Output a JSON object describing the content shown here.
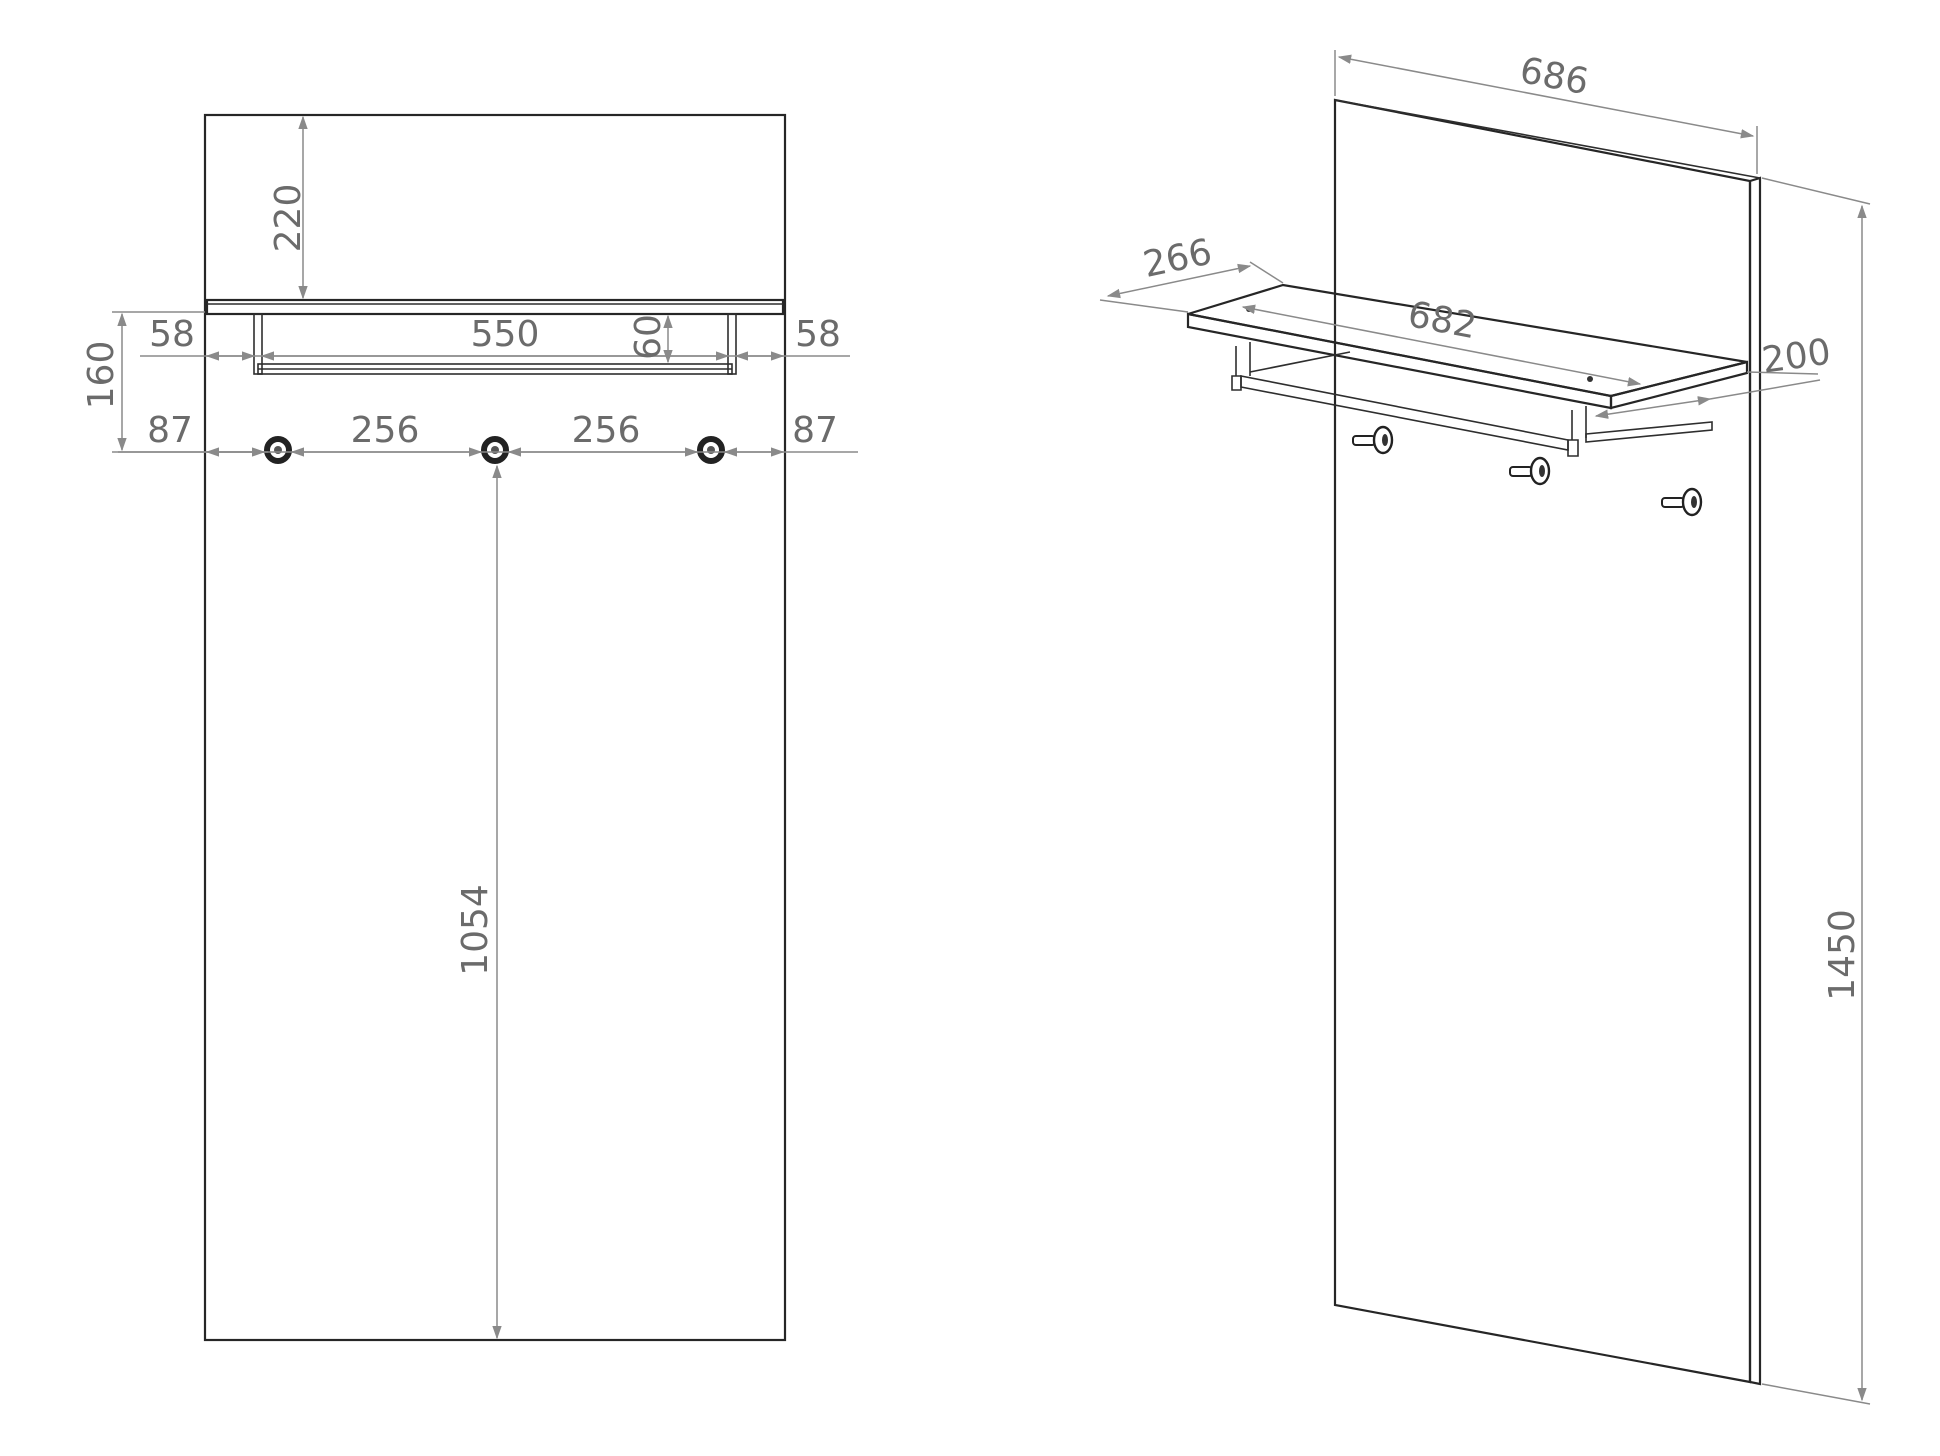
{
  "front_view": {
    "dimensions": {
      "top_gap": "220",
      "bracket_height": "160",
      "left_inset": "58",
      "rail_length": "550",
      "rail_drop": "60",
      "right_inset": "58",
      "hook_left_margin": "87",
      "hook_spacing_1": "256",
      "hook_spacing_2": "256",
      "hook_right_margin": "87",
      "hook_height": "1054"
    }
  },
  "perspective_view": {
    "dimensions": {
      "panel_width": "686",
      "shelf_depth": "266",
      "shelf_width": "682",
      "shelf_bracket_depth": "200",
      "panel_height": "1450"
    }
  },
  "colors": {
    "outline": "#262626",
    "dimension_line": "#8a8a8a",
    "dimension_text": "#6b6b6b"
  }
}
